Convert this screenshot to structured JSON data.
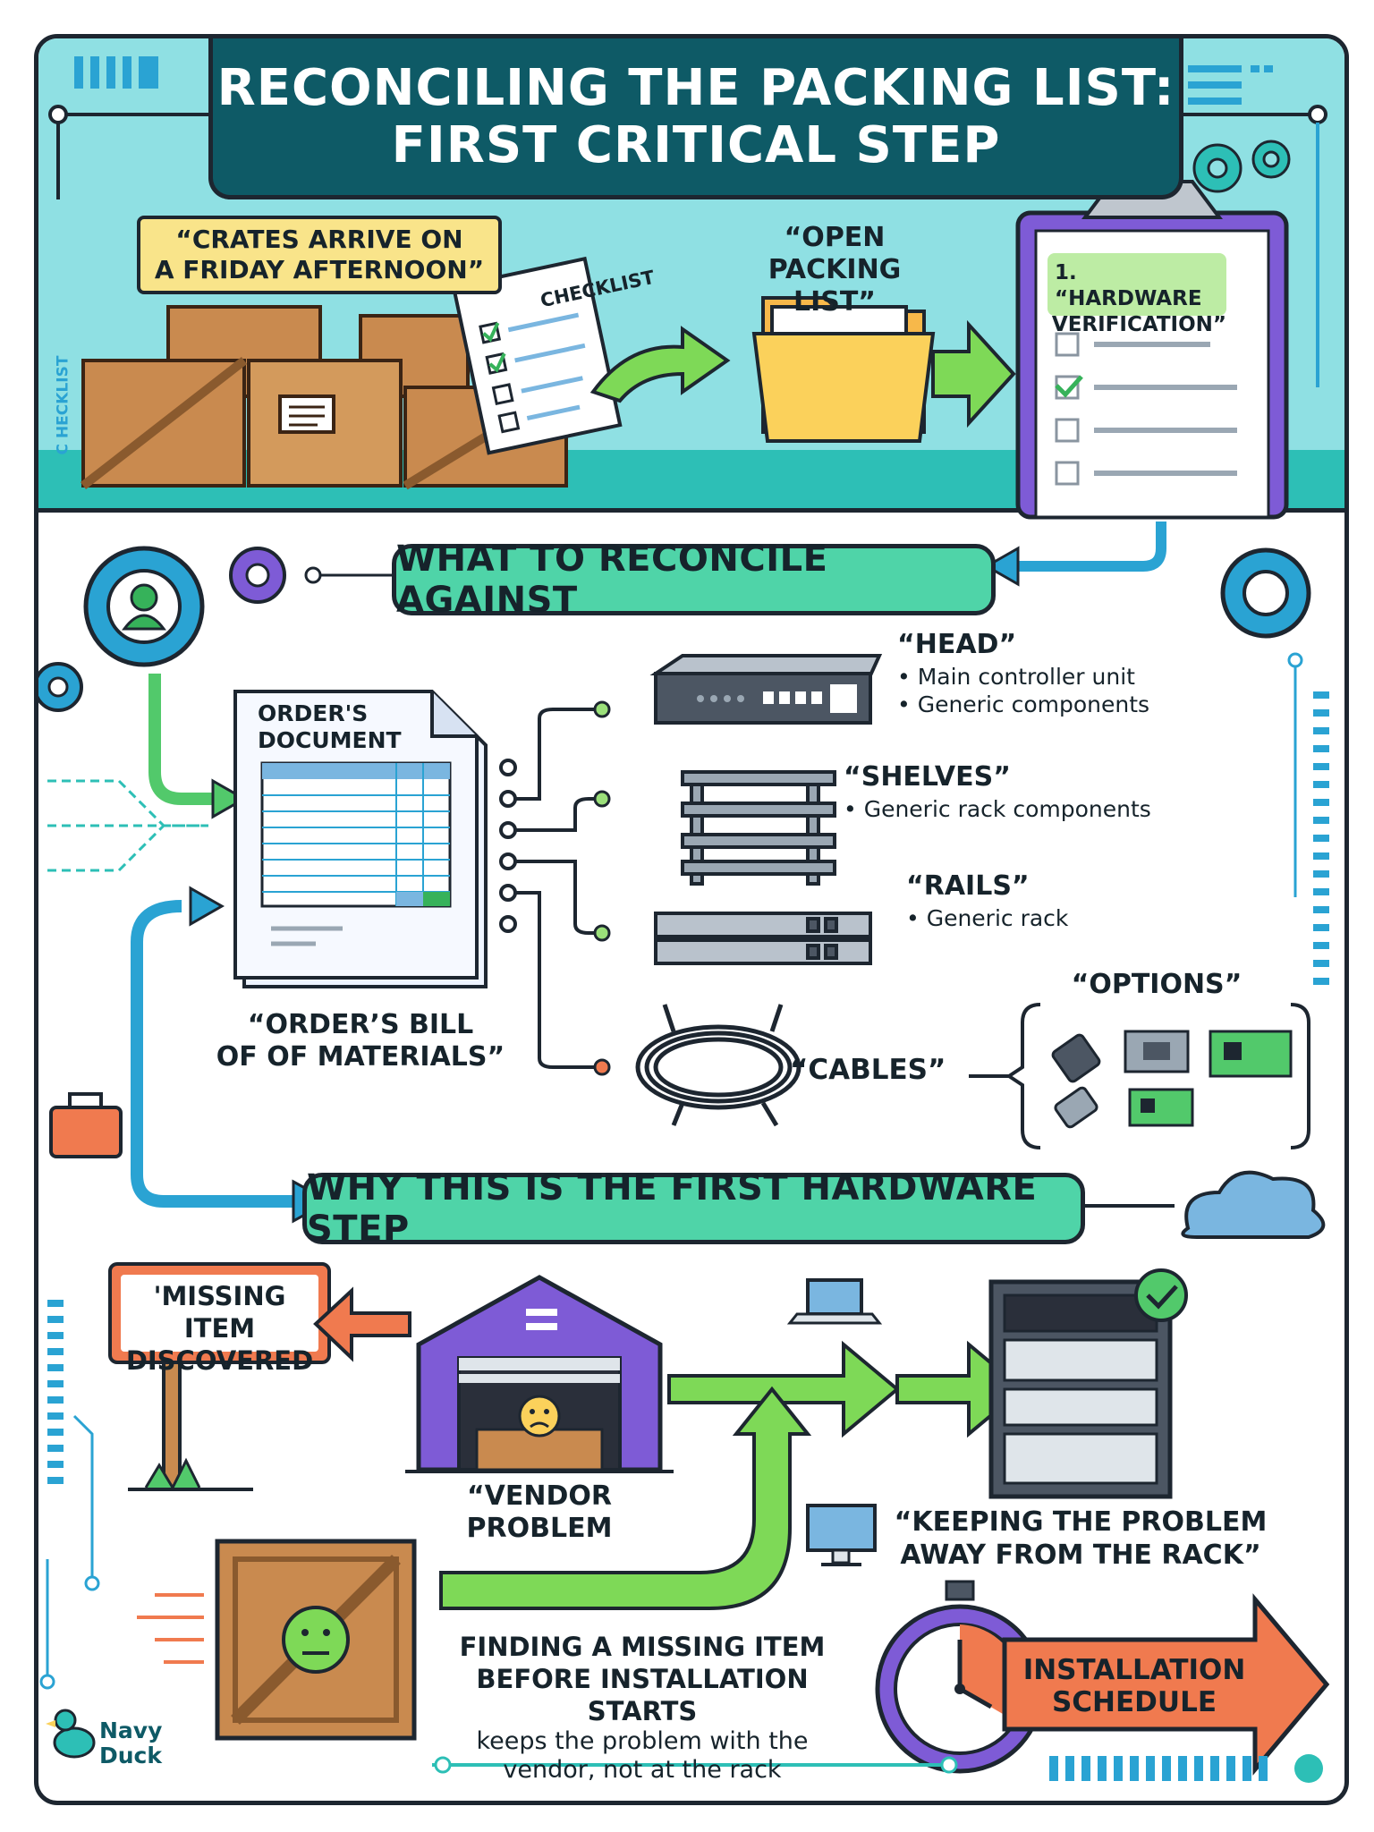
{
  "title": {
    "line1": "RECONCILING THE PACKING LIST:",
    "line2": "FIRST CRITICAL STEP"
  },
  "top": {
    "crates_callout": {
      "line1": "“CRATES ARRIVE ON",
      "line2": "A FRIDAY AFTERNOON”"
    },
    "checklist_paper_label": "CHECKLIST",
    "open_label": {
      "line1": "“OPEN",
      "line2": "PACKING LIST”"
    },
    "clipboard_item": {
      "line1": "1. “HARDWARE",
      "line2": "VERIFICATION”"
    },
    "side_label": "C HECKLIST"
  },
  "reconcile": {
    "header": "WHAT TO RECONCILE AGAINST",
    "document": {
      "line1": "ORDER'S",
      "line2": "DOCUMENT"
    },
    "bom": {
      "line1": "“ORDER’S BILL",
      "line2": "OF OF MATERIALS”"
    },
    "items": [
      {
        "title": "“HEAD”",
        "bullets": [
          "• Main controller unit",
          "• Generic components"
        ]
      },
      {
        "title": "“SHELVES”",
        "bullets": [
          "• Generic rack components"
        ]
      },
      {
        "title": "“RAILS”",
        "bullets": [
          "• Generic rack"
        ]
      },
      {
        "title": "“CABLES”",
        "bullets": []
      }
    ],
    "options_label": "“OPTIONS”"
  },
  "why": {
    "header": "WHY THIS IS THE FIRST HARDWARE STEP",
    "missing_sign": {
      "line1": "'MISSING ITEM",
      "line2": "DISCOVERED"
    },
    "vendor": {
      "line1": "“VENDOR",
      "line2": "PROBLEM"
    },
    "keeping": {
      "line1": "“KEEPING THE PROBLEM",
      "line2": "AWAY FROM THE RACK”"
    },
    "finding": {
      "line1": "FINDING A MISSING ITEM",
      "line2": "BEFORE INSTALLATION STARTS",
      "line3": "keeps the problem with the",
      "line4": "vendor, not at the rack"
    },
    "schedule": {
      "line1": "INSTALLATION",
      "line2": "SCHEDULE"
    }
  },
  "brand": {
    "line1": "Navy",
    "line2": "Duck"
  },
  "colors": {
    "teal_dark": "#0e5a66",
    "band": "#8fe0e3",
    "pill": "#4fd4a8",
    "green_arrow": "#7ed957",
    "blue_arrow": "#2aa3d3",
    "orange": "#f07a4f",
    "purple": "#7e5bd6",
    "wood": "#c98a4f"
  }
}
